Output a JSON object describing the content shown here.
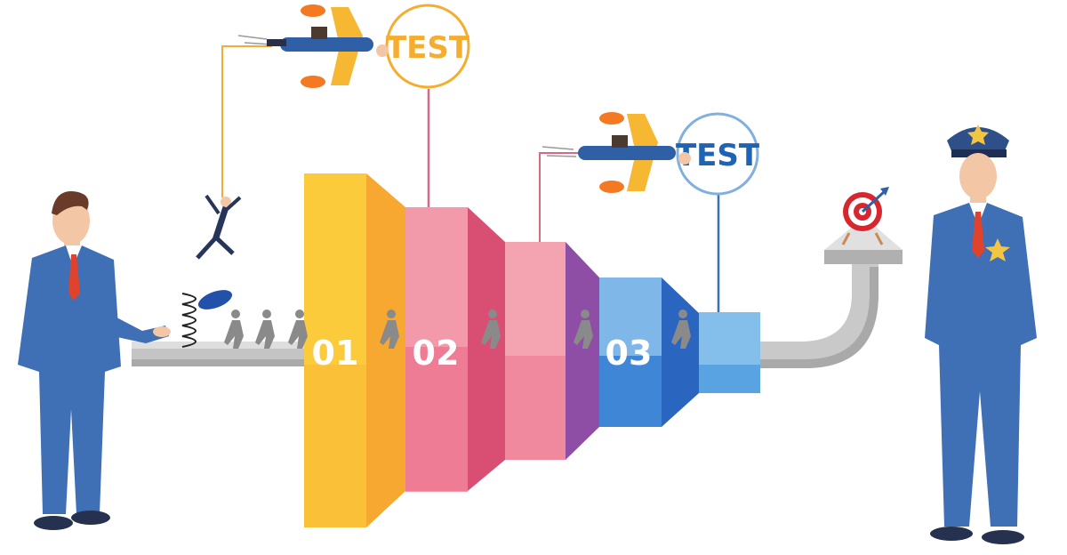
{
  "stages": [
    {
      "label": "01"
    },
    {
      "label": "02"
    },
    {
      "label": "03"
    }
  ],
  "test_bubbles": [
    {
      "label": "TEST",
      "color": "#f5ad2f"
    },
    {
      "label": "TEST",
      "color": "#1e63b4"
    }
  ],
  "colors": {
    "yellow": "#fccb3b",
    "orange": "#f3922a",
    "pink": "#f29aa9",
    "magenta": "#e6567d",
    "purple": "#8e4ea6",
    "blue_light": "#7fb8e8",
    "blue_dark": "#2a66c0",
    "suit": "#3f6fb5",
    "pipe": "#bdbdbd"
  },
  "icons": [
    "spring-button-icon",
    "jetpack-icon",
    "target-icon",
    "star-badge-icon",
    "walking-person-icon"
  ]
}
